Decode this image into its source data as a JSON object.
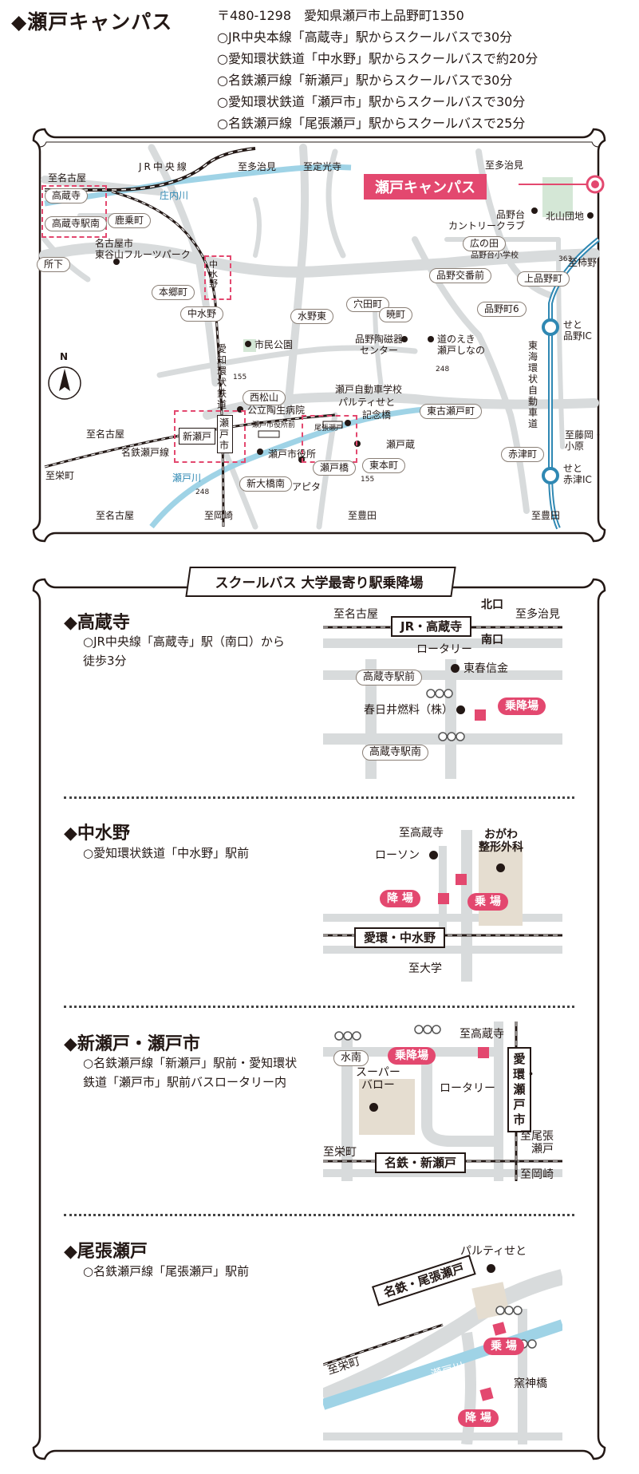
{
  "header": {
    "title": "◆瀬戸キャンパス",
    "address": "〒480-1298　愛知県瀬戸市上品野町1350",
    "access": [
      "○JR中央本線「高蔵寺」駅からスクールバスで30分",
      "○愛知環状鉄道「中水野」駅からスクールバスで約20分",
      "○名鉄瀬戸線「新瀬戸」駅からスクールバスで30分",
      "○愛知環状鉄道「瀬戸市」駅からスクールバスで30分",
      "○名鉄瀬戸線「尾張瀬戸」駅からスクールバスで25分"
    ]
  },
  "map": {
    "campus": "瀬戸キャンパス",
    "jr_line": "JR中央線",
    "river": "庄内川",
    "seto_river": "瀬戸川",
    "meitetsu_line": "名鉄瀬戸線",
    "aikan_line": "愛知環状鉄道",
    "tokai_loop": "東海環状自動車道",
    "to_nagoya_1": "至名古屋",
    "to_nagoya_2": "至名古屋",
    "to_nagoya_3": "至名古屋",
    "to_tajimi": "至多治見",
    "to_tajimi_2": "至多治見",
    "to_jokoji": "至定光寺",
    "to_sakae": "至栄町",
    "to_okazaki": "至岡崎",
    "to_toyota": "至豊田",
    "to_toyota_2": "至豊田",
    "to_kakino": "至柿野",
    "to_fujioka": "至藤岡・小原",
    "kozoji": "高蔵寺",
    "kozoji_south": "高蔵寺駅南",
    "kajocho": "鹿乗町",
    "shimoshita": "所下",
    "fruit_park": "名古屋市\n東谷山フルーツパーク",
    "nakamizuno_st": "中水野",
    "hongocho": "本郷町",
    "nakamizuno": "中水野",
    "mizunohigashi": "水野東",
    "anadacho": "穴田町",
    "akatsukicho": "暁町",
    "shimin_koen": "市民公園",
    "shinagawa_toji": "品野陶磁器\nセンター",
    "michinoeki": "道のえき\n瀬戸しなの",
    "nishimatsuyama": "西松山",
    "toji_hospital": "公立陶生病院",
    "shinseto": "新瀬戸",
    "setoshi": "瀬戸市",
    "shiyakusho_mae": "瀬戸市役所前",
    "owariseto": "尾張瀬戸",
    "driving_school": "瀬戸自動車学校",
    "parti_seto": "パルティせと",
    "kinenbashi": "記念橋",
    "higashi_furuseto": "東古瀬戸町",
    "seto_shiyakusho": "瀬戸市役所",
    "setogura": "瀬戸蔵",
    "setobashi": "瀬戸橋",
    "higashihonmachi": "東本町",
    "shinohashi": "新大橋南",
    "apita": "アピタ",
    "country_club": "品野台\nカントリークラブ",
    "kitashina": "北山団地",
    "hironota": "広の田",
    "shinanodai_school": "品野台小学校",
    "shinano_kosaten": "品野交番前",
    "kamishina": "上品野町",
    "shinano6": "品野町6",
    "seto_shinano_ic": "せと\n品野IC",
    "akazu": "赤津町",
    "seto_akazu_ic": "せと\n赤津IC",
    "north": "N",
    "route_155a": "155",
    "route_155b": "155",
    "route_363": "363",
    "route_248a": "248",
    "route_248b": "248"
  },
  "banner": "スクールバス 大学最寄り駅乗降場",
  "sections": {
    "kozoji": {
      "title": "◆高蔵寺",
      "desc1": "○JR中央線「高蔵寺」駅（南口）から",
      "desc2": "徒歩3分",
      "to_nagoya": "至名古屋",
      "to_tajimi": "至多治見",
      "kitaguchi": "北口",
      "station": "JR・高蔵寺",
      "minamiguchi": "南口",
      "rotary": "ロータリー",
      "eki_mae": "高蔵寺駅前",
      "toshun": "東春信金",
      "kasugai": "春日井燃料（株）",
      "stop": "乗降場",
      "eki_minami": "高蔵寺駅南"
    },
    "nakamizuno": {
      "title": "◆中水野",
      "desc1": "○愛知環状鉄道「中水野」駅前",
      "to_kozoji": "至高蔵寺",
      "lawson": "ローソン",
      "clinic": "おがわ\n整形外科",
      "drop": "降 場",
      "pick": "乗 場",
      "station": "愛環・中水野",
      "to_univ": "至大学"
    },
    "shinseto": {
      "title": "◆新瀬戸・瀬戸市",
      "desc1": "○名鉄瀬戸線「新瀬戸」駅前・愛知環状",
      "desc2": "鉄道「瀬戸市」駅前バスロータリー内",
      "minami": "水南",
      "stop": "乗降場",
      "to_kozoji": "至高蔵寺",
      "aikan": "愛環・瀬戸市",
      "super": "スーパー\nバロー",
      "rotary": "ロータリー",
      "to_owari": "至尾張\n瀬戸",
      "to_sakae": "至栄町",
      "meitetsu": "名鉄・新瀬戸",
      "to_okazaki": "至岡崎"
    },
    "owariseto": {
      "title": "◆尾張瀬戸",
      "desc1": "○名鉄瀬戸線「尾張瀬戸」駅前",
      "parti": "パルティせと",
      "station": "名鉄・尾張瀬戸",
      "to_sakae": "至栄町",
      "pick": "乗 場",
      "river": "瀬戸川",
      "kamigami": "窯神橋",
      "drop": "降 場"
    }
  },
  "colors": {
    "accent": "#e3486f",
    "road": "#d8dbdc",
    "river": "#9fd3e6",
    "highway": "#2f88b3"
  }
}
